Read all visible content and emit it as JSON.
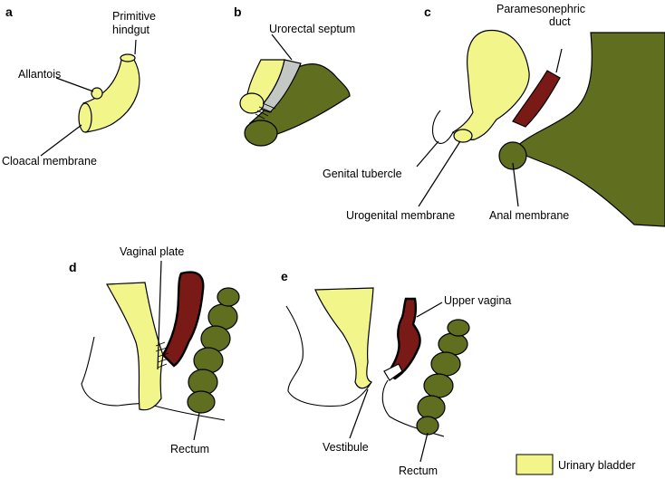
{
  "colors": {
    "bladder": "#f2f58a",
    "olive": "#5f6e1f",
    "dark_red": "#7a1a16",
    "septum_gray": "#c4c8c4",
    "outline": "#000000"
  },
  "panels": [
    {
      "letter": "a",
      "labels": [
        "Primitive",
        "hindgut",
        "Allantois",
        "Cloacal membrane"
      ]
    },
    {
      "letter": "b",
      "labels": [
        "Urorectal septum"
      ]
    },
    {
      "letter": "c",
      "labels": [
        "Paramesonephric",
        "duct",
        "Genital tubercle",
        "Urogenital membrane",
        "Anal membrane"
      ]
    },
    {
      "letter": "d",
      "labels": [
        "Vaginal plate",
        "Rectum"
      ]
    },
    {
      "letter": "e",
      "labels": [
        "Upper vagina",
        "Vestibule",
        "Rectum"
      ]
    }
  ],
  "legend": {
    "label": "Urinary bladder"
  }
}
